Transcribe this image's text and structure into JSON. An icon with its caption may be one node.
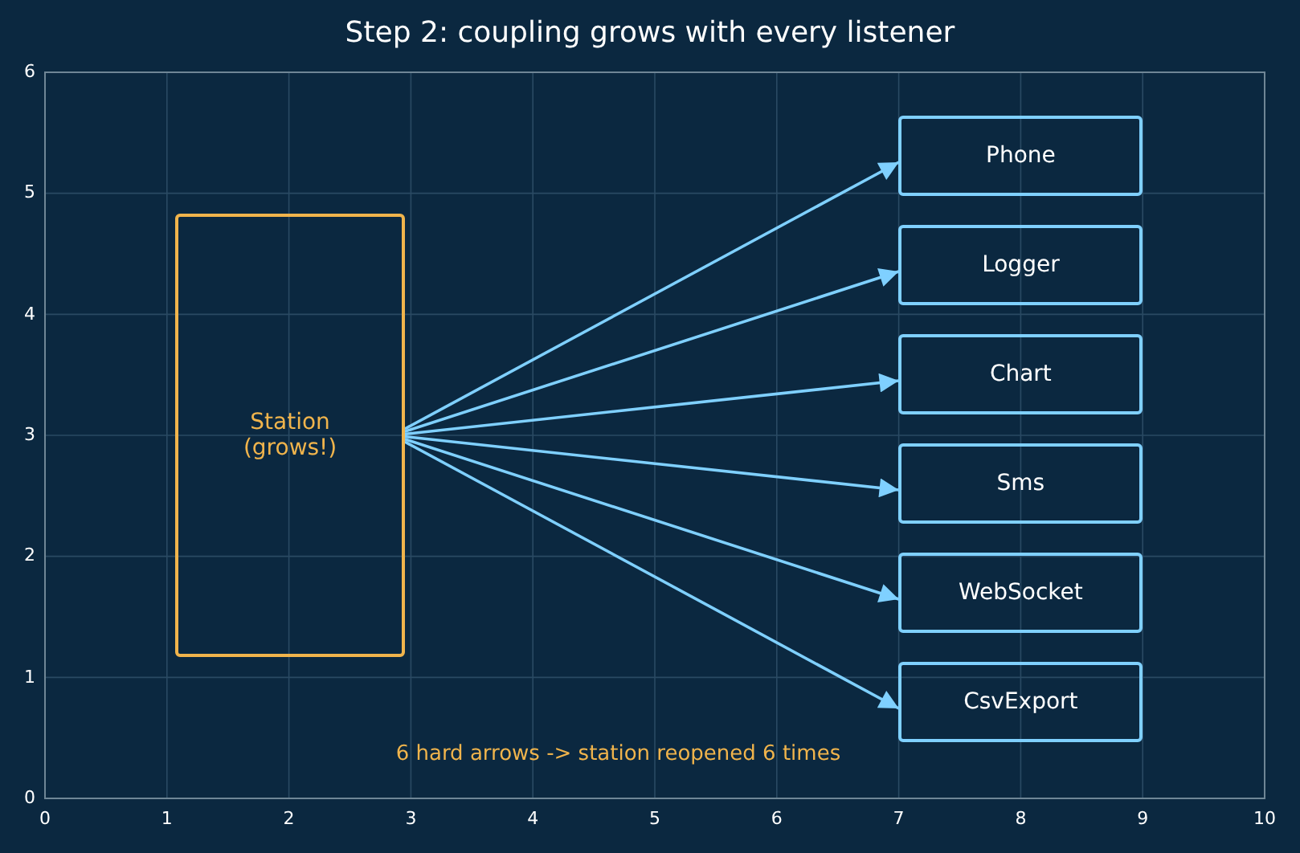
{
  "diagram": {
    "title": "Step 2: coupling grows with every listener",
    "nodes": [
      {
        "text": [
          "Station (grows!)"
        ]
      },
      {
        "text": [
          "Phone"
        ]
      },
      {
        "text": [
          "Logger"
        ]
      },
      {
        "text": [
          "Chart"
        ]
      },
      {
        "text": [
          "Sms"
        ]
      },
      {
        "text": [
          "WebSocket"
        ]
      },
      {
        "text": [
          "CsvExport"
        ]
      }
    ],
    "edges": [
      {
        "from": 0,
        "to": 1,
        "arrow": "to"
      },
      {
        "from": 0,
        "to": 2,
        "arrow": "to"
      },
      {
        "from": 0,
        "to": 3,
        "arrow": "to"
      },
      {
        "from": 0,
        "to": 4,
        "arrow": "to"
      },
      {
        "from": 0,
        "to": 5,
        "arrow": "to"
      },
      {
        "from": 0,
        "to": 6,
        "arrow": "to"
      }
    ],
    "labels": [
      "6",
      "5",
      "4",
      "3",
      "2",
      "1",
      "0",
      "0",
      "1",
      "2",
      "3",
      "4",
      "5",
      "6",
      "7",
      "8",
      "9",
      "10",
      "6 hard arrows -> station reopened 6 times"
    ]
  }
}
